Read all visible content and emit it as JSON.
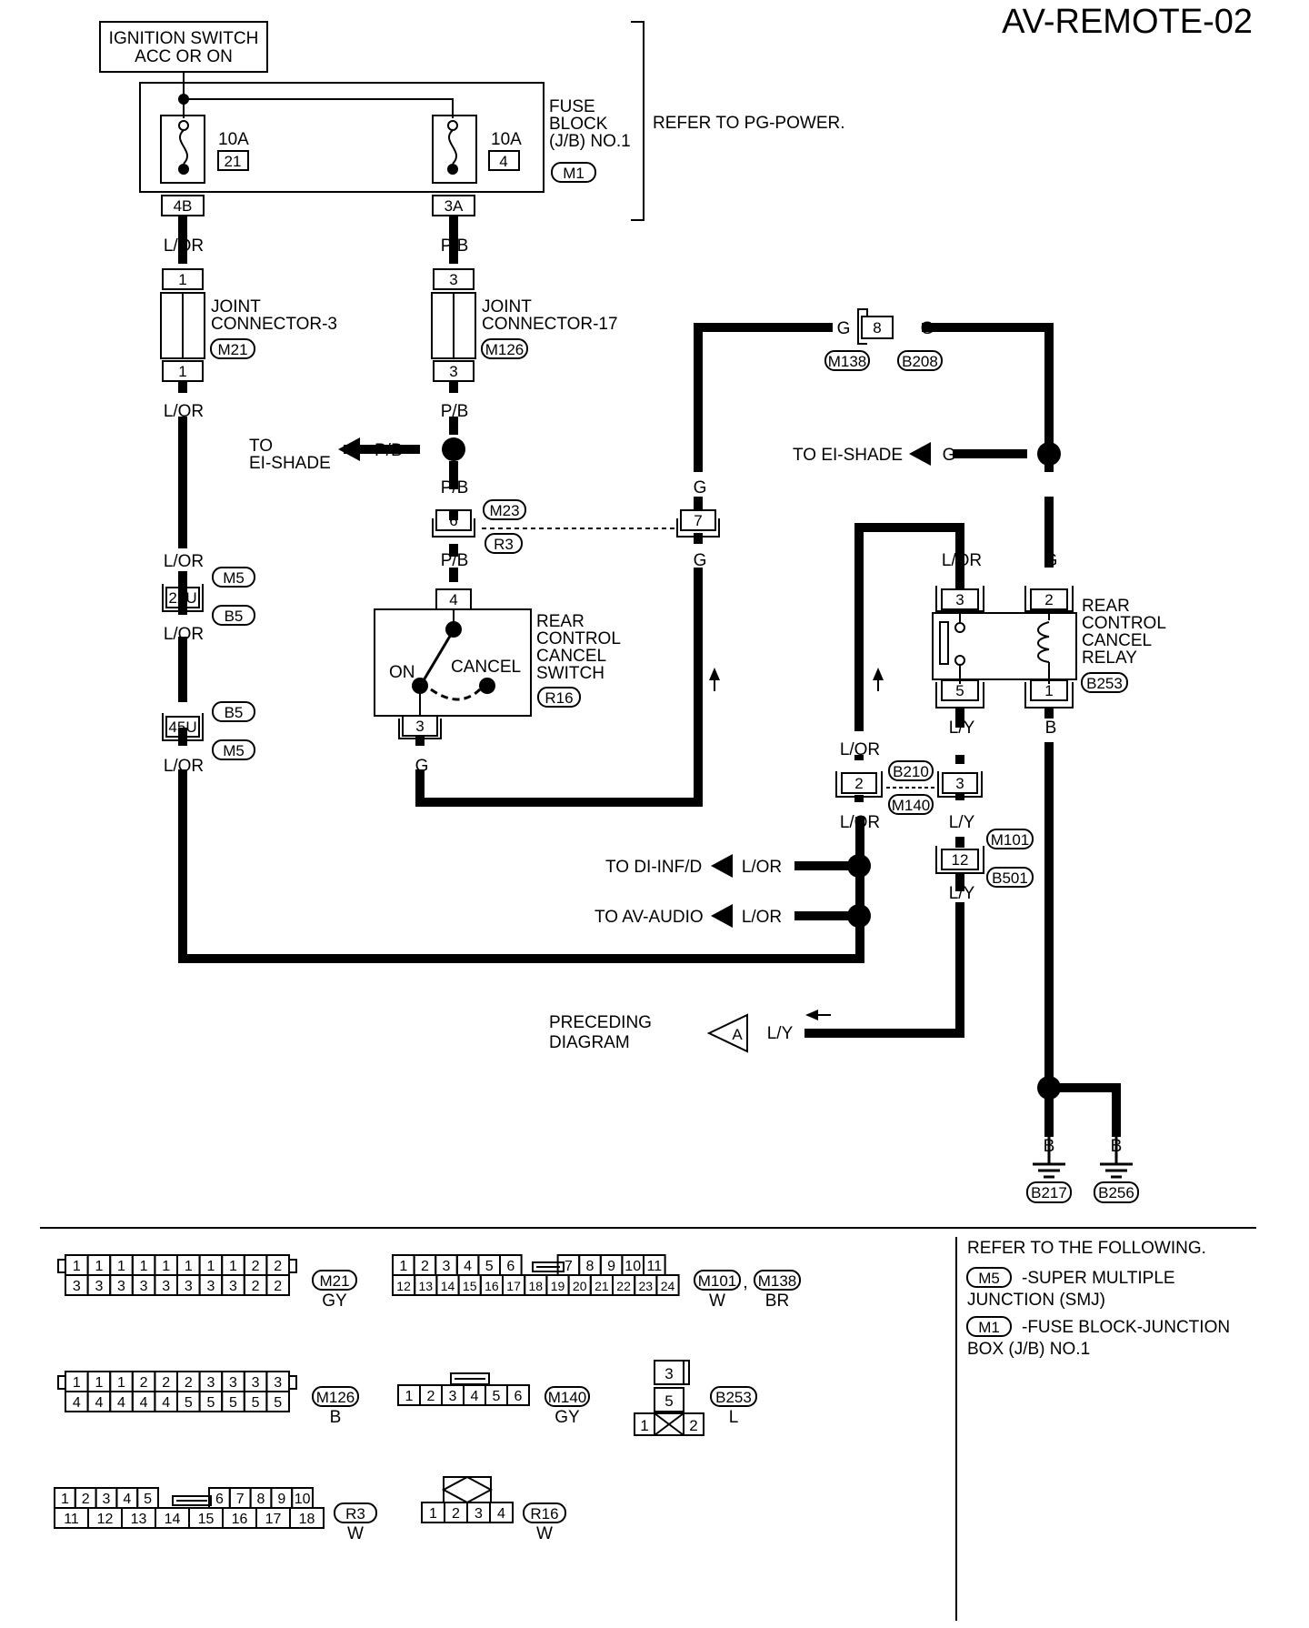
{
  "title": "AV-REMOTE-02",
  "power": {
    "line1": "IGNITION SWITCH",
    "line2": "ACC OR ON"
  },
  "fuse_block": {
    "label": [
      "FUSE",
      "BLOCK",
      "(J/B) NO.1"
    ],
    "connector": "M1",
    "refer": "REFER TO PG-POWER.",
    "fuse_left": {
      "amps": "10A",
      "number": "21",
      "terminal": "4B"
    },
    "fuse_right": {
      "amps": "10A",
      "number": "4",
      "terminal": "3A"
    }
  },
  "joint3": {
    "label": [
      "JOINT",
      "CONNECTOR-3"
    ],
    "connector": "M21",
    "pin_top": "1",
    "pin_bottom": "1"
  },
  "joint17": {
    "label": [
      "JOINT",
      "CONNECTOR-17"
    ],
    "connector": "M126",
    "pin_top": "3",
    "pin_bottom": "3"
  },
  "wire_colors": {
    "l_or": "L/OR",
    "p_b": "P/B",
    "g": "G",
    "l_y": "L/Y",
    "b": "B"
  },
  "to_ei_shade_left": [
    "TO",
    "EI-SHADE"
  ],
  "to_ei_shade_right": "TO EI-SHADE",
  "conn_m23_r3": {
    "pin6": "6",
    "pin7": "7",
    "code1": "M23",
    "code2": "R3"
  },
  "conn_m138_b208": {
    "pin": "8",
    "code1": "M138",
    "code2": "B208"
  },
  "conn_m5_b5_a": {
    "pin": "22U",
    "code1": "M5",
    "code2": "B5"
  },
  "conn_m5_b5_b": {
    "pin": "45U",
    "code1": "B5",
    "code2": "M5"
  },
  "switch": {
    "label": [
      "REAR",
      "CONTROL",
      "CANCEL",
      "SWITCH"
    ],
    "connector": "R16",
    "on": "ON",
    "cancel": "CANCEL",
    "pin_top": "4",
    "pin_bottom": "3"
  },
  "relay": {
    "label": [
      "REAR",
      "CONTROL",
      "CANCEL",
      "RELAY"
    ],
    "connector": "B253",
    "pins": [
      "3",
      "2",
      "5",
      "1"
    ]
  },
  "conn_b210_m140": {
    "pin_left": "2",
    "pin_right": "3",
    "code1": "B210",
    "code2": "M140"
  },
  "conn_m101_b501": {
    "pin": "12",
    "code1": "M101",
    "code2": "B501"
  },
  "to_di_inf": "TO DI-INF/D",
  "to_av_audio": "TO AV-AUDIO",
  "preceding": {
    "line1": "PRECEDING",
    "line2": "DIAGRAM",
    "flag": "A"
  },
  "grounds": [
    "B217",
    "B256"
  ],
  "connectors": {
    "m21": {
      "top": [
        "1",
        "1",
        "1",
        "1",
        "1",
        "1",
        "1",
        "1",
        "2",
        "2"
      ],
      "bottom": [
        "3",
        "3",
        "3",
        "3",
        "3",
        "3",
        "3",
        "3",
        "2",
        "2"
      ],
      "code": "M21",
      "color": "GY"
    },
    "m101": {
      "top": [
        "1",
        "2",
        "3",
        "4",
        "5",
        "6",
        "7",
        "8",
        "9",
        "10",
        "11"
      ],
      "bottom": [
        "12",
        "13",
        "14",
        "15",
        "16",
        "17",
        "18",
        "19",
        "20",
        "21",
        "22",
        "23",
        "24"
      ],
      "code1": "M101",
      "code2": "M138",
      "sep": ",",
      "color1": "W",
      "color2": "BR"
    },
    "m126": {
      "top": [
        "1",
        "1",
        "1",
        "2",
        "2",
        "2",
        "3",
        "3",
        "3",
        "3"
      ],
      "bottom": [
        "4",
        "4",
        "4",
        "4",
        "4",
        "5",
        "5",
        "5",
        "5",
        "5"
      ],
      "code": "M126",
      "color": "B"
    },
    "m140": {
      "pins": [
        "1",
        "2",
        "3",
        "4",
        "5",
        "6"
      ],
      "code": "M140",
      "color": "GY"
    },
    "b253": {
      "pins": [
        "3",
        "5",
        "1",
        "2"
      ],
      "code": "B253",
      "color": "L"
    },
    "r3": {
      "top": [
        "1",
        "2",
        "3",
        "4",
        "5",
        "6",
        "7",
        "8",
        "9",
        "10"
      ],
      "bottom": [
        "11",
        "12",
        "13",
        "14",
        "15",
        "16",
        "17",
        "18"
      ],
      "code": "R3",
      "color": "W"
    },
    "r16": {
      "pins": [
        "1",
        "2",
        "3",
        "4"
      ],
      "code": "R16",
      "color": "W"
    }
  },
  "refer_box": {
    "heading": "REFER TO THE FOLLOWING.",
    "item1": {
      "code": "M5",
      "text": "-SUPER MULTIPLE",
      "text2": "JUNCTION (SMJ)"
    },
    "item2": {
      "code": "M1",
      "text": "-FUSE BLOCK-JUNCTION",
      "text2": "BOX (J/B) NO.1"
    }
  }
}
